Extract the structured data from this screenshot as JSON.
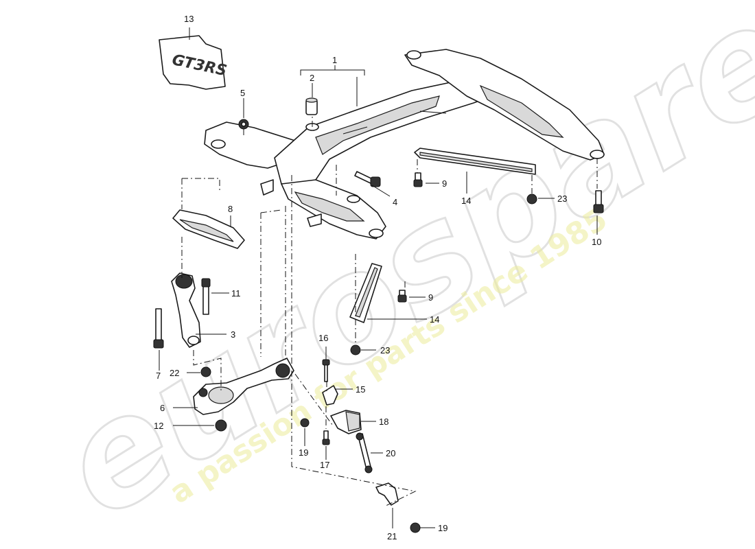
{
  "watermark": {
    "brand": "eurospares",
    "slogan": "a passion for parts since 1985"
  },
  "callouts": {
    "c1": "1",
    "c2": "2",
    "c3": "3",
    "c4": "4",
    "c5": "5",
    "c6": "6",
    "c7": "7",
    "c8": "8",
    "c9a": "9",
    "c9b": "9",
    "c10": "10",
    "c11": "11",
    "c12": "12",
    "c13": "13",
    "c14a": "14",
    "c14b": "14",
    "c15": "15",
    "c16": "16",
    "c17": "17",
    "c18": "18",
    "c19a": "19",
    "c19b": "19",
    "c20": "20",
    "c21": "21",
    "c22": "22",
    "c23a": "23",
    "c23b": "23"
  },
  "label_13_text": "GT3RS"
}
